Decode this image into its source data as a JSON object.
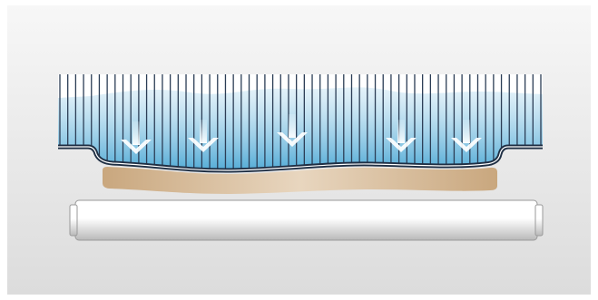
{
  "diagram": {
    "pin_count": 62,
    "arrow_count": 5,
    "colors": {
      "background_light": "#f7f7f7",
      "background_dark": "#dcdcdc",
      "pin_stroke": "#2b3d55",
      "pin_face": "#ffffff",
      "fluid_light": "#cfe8f5",
      "fluid_dark": "#3a9fd0",
      "membrane": "#1f2f44",
      "membrane_highlight": "#ffffff",
      "sheet_light": "#e8d6bf",
      "sheet_dark": "#c9a77e",
      "roller_light": "#ffffff",
      "roller_dark": "#b9b9b9",
      "arrow": "#ffffff"
    },
    "parts": {
      "pins": "pin-array",
      "fluid": "pressurized-fluid",
      "membrane": "flexible-membrane",
      "sheet": "wooden-sheet",
      "roller": "support-roller"
    }
  }
}
